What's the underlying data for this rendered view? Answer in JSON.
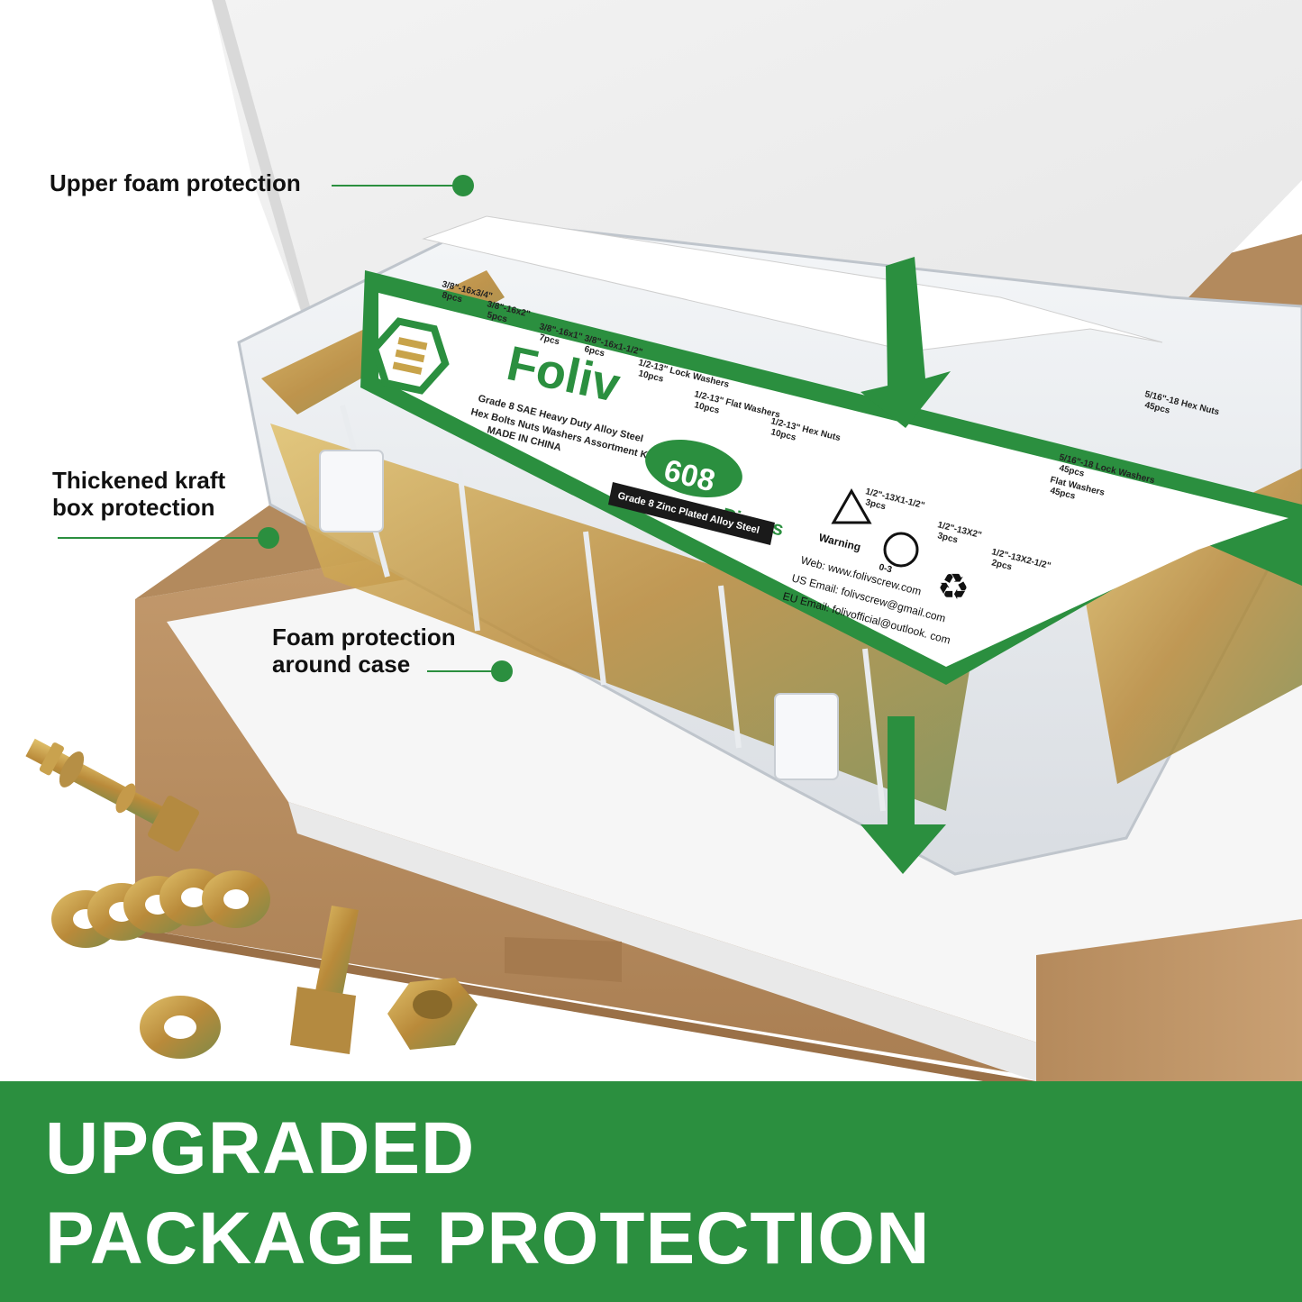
{
  "callouts": {
    "upper_foam": "Upper foam protection",
    "kraft_box": "Thickened kraft\nbox protection",
    "foam_around": "Foam protection\naround case"
  },
  "label": {
    "brand": "Foliv",
    "subtitle_line1": "Grade 8 SAE Heavy Duty Alloy Steel",
    "subtitle_line2": "Hex Bolts Nuts Washers Assortment Kit",
    "origin": "MADE IN CHINA",
    "count": "608",
    "pieces": "Pieces",
    "grade_strip": "Grade 8 Zinc Plated Alloy Steel",
    "warning": "Warning",
    "age_mark": "0-3",
    "web": "Web: www.folivscrew.com",
    "us_email": "US Email: folivscrew@gmail.com",
    "eu_email": "EU Email: folivofficial@outlook. com",
    "items": [
      {
        "size": "3/8\"-16x3/4\"",
        "qty": "8pcs"
      },
      {
        "size": "3/8\"-16x2\"",
        "qty": "5pcs"
      },
      {
        "size": "3/8\"-16x1\"",
        "qty": "7pcs"
      },
      {
        "size": "3/8\"-16x1-1/2\"",
        "qty": "6pcs"
      },
      {
        "size": "1/2-13\" Lock Washers",
        "qty": "10pcs"
      },
      {
        "size": "1/2-13\" Flat Washers",
        "qty": "10pcs"
      },
      {
        "size": "1/2-13\" Hex Nuts",
        "qty": "10pcs"
      },
      {
        "size": "1/2\"-13X1-1/2\"",
        "qty": "3pcs"
      },
      {
        "size": "1/2\"-13X2\"",
        "qty": "3pcs"
      },
      {
        "size": "1/2\"-13X2-1/2\"",
        "qty": "2pcs"
      },
      {
        "size": "5/16\"-18 Hex Nuts",
        "qty": "45pcs"
      },
      {
        "size": "5/16\"-18 Lock Washers",
        "qty": "45pcs"
      },
      {
        "size": "Flat Washers",
        "qty": "45pcs"
      }
    ]
  },
  "banner": {
    "line1": "UPGRADED",
    "line2": "PACKAGE PROTECTION"
  },
  "colors": {
    "brand_green": "#2b8f3f",
    "kraft": "#c19a6b",
    "zinc_yellow": "#c8a34a"
  }
}
